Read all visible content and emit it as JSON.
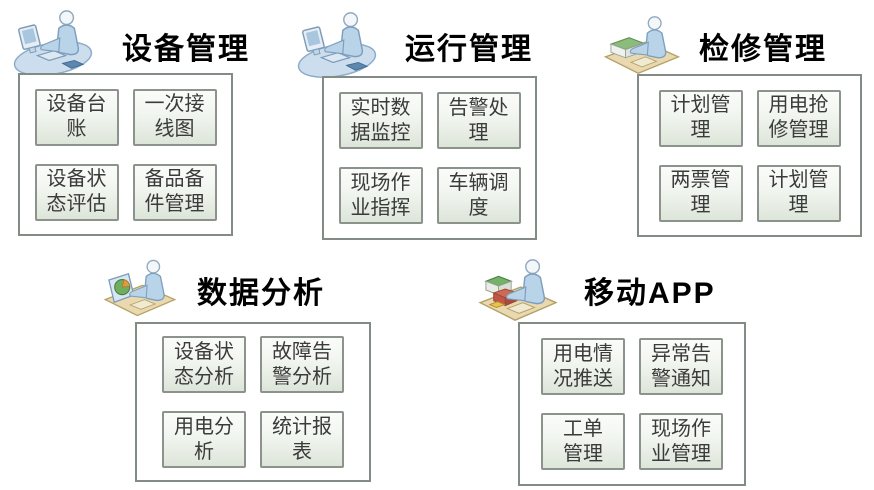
{
  "page": {
    "background": "#ffffff",
    "title_color": "#000000",
    "button_text_color": "#3b3b3b",
    "button_border_color": "#8b938c",
    "box_border_color": "#828b84",
    "button_gradient_top": "#fbfcfa",
    "button_gradient_bottom": "#dde5d9"
  },
  "groups": [
    {
      "id": "equipment-management",
      "title": "设备管理",
      "icon": "operator-computer-icon",
      "items": [
        "设备台\n账",
        "一次接\n线图",
        "设备状\n态评估",
        "备品备\n件管理"
      ]
    },
    {
      "id": "operation-management",
      "title": "运行管理",
      "icon": "operator-computer-icon",
      "items": [
        "实时数\n据监控",
        "告警处\n理",
        "现场作\n业指挥",
        "车辆调\n度"
      ]
    },
    {
      "id": "maintenance-management",
      "title": "检修管理",
      "icon": "printer-desk-icon",
      "items": [
        "计划管\n理",
        "用电抢\n修管理",
        "两票管\n理",
        "计划管\n理"
      ]
    },
    {
      "id": "data-analysis",
      "title": "数据分析",
      "icon": "laptop-pie-chart-icon",
      "items": [
        "设备状\n态分析",
        "故障告\n警分析",
        "用电分\n析",
        "统计报\n表"
      ]
    },
    {
      "id": "mobile-app",
      "title": "移动APP",
      "icon": "desk-parcel-boxes-icon",
      "items": [
        "用电情\n况推送",
        "异常告\n警通知",
        "工单\n管理",
        "现场作\n业管理"
      ]
    }
  ]
}
